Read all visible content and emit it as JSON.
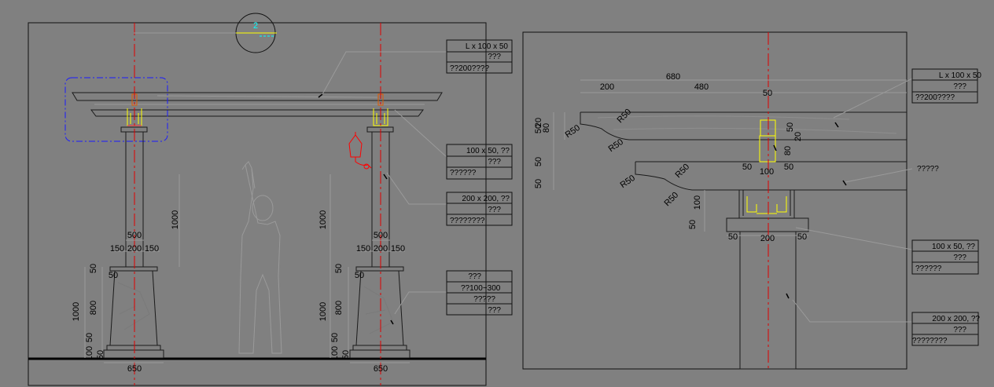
{
  "colors": {
    "background": "#808080",
    "line": "#1a1a1a",
    "faint": "#9a9a9a",
    "centerline": "#e00000",
    "hardware": "#ffff00",
    "selection": "#1a1aff",
    "lamp": "#ff0000",
    "tag_text": "#00ffff"
  },
  "section_tag": "2",
  "left_view": {
    "callouts": [
      {
        "lines": [
          "L x 100 x 50",
          "???",
          "??200????"
        ]
      },
      {
        "lines": [
          "100 x 50, ??",
          "???",
          "??????"
        ]
      },
      {
        "lines": [
          "200 x 200, ??",
          "???",
          "????????"
        ]
      },
      {
        "lines": [
          "???",
          "??100~300",
          "?????",
          "???"
        ]
      }
    ],
    "column_a": {
      "width_total": "500",
      "width_left": "150",
      "width_mid": "200",
      "width_right": "150",
      "shaft_height": "1000",
      "cap_height": "50",
      "plinth_offset": "50",
      "base_total": "1000",
      "base_body": "800",
      "base_top": "50",
      "foot_a": "100",
      "foot_b": "50",
      "footing": "650"
    },
    "column_b": {
      "width_total": "500",
      "width_left": "150",
      "width_mid": "200",
      "width_right": "150",
      "shaft_height": "1000",
      "cap_height": "50",
      "plinth_offset": "50",
      "base_total": "1000",
      "base_body": "800",
      "base_top": "50",
      "foot_a": "100",
      "foot_b": "50",
      "footing": "650"
    }
  },
  "right_view": {
    "callouts": [
      {
        "lines": [
          "L x 100 x 50",
          "???",
          "??200????"
        ]
      },
      {
        "lines": [
          "?????"
        ]
      },
      {
        "lines": [
          "100 x 50, ??",
          "???",
          "??????"
        ]
      },
      {
        "lines": [
          "200 x 200, ??",
          "???",
          "????????"
        ]
      }
    ],
    "dims": {
      "top_width": "680",
      "left_inset": "200",
      "right_span": "480",
      "center_50": "50",
      "beam_h1": "20",
      "beam_h2": "50",
      "beam_h3": "80",
      "r_top": "R50",
      "r_left_top": "R50",
      "r_left_bottom": "R50",
      "side_50a": "50",
      "side_50b": "50",
      "r_mid": "R50",
      "r_mid2": "R50",
      "r_low": "R50",
      "slot_left": "50",
      "slot_mid": "100",
      "slot_right": "50",
      "plate_h": "80",
      "small_50": "50",
      "small_20": "20",
      "post_h": "100",
      "base_h": "50",
      "base_left": "50",
      "base_mid": "200",
      "base_right": "50"
    }
  }
}
